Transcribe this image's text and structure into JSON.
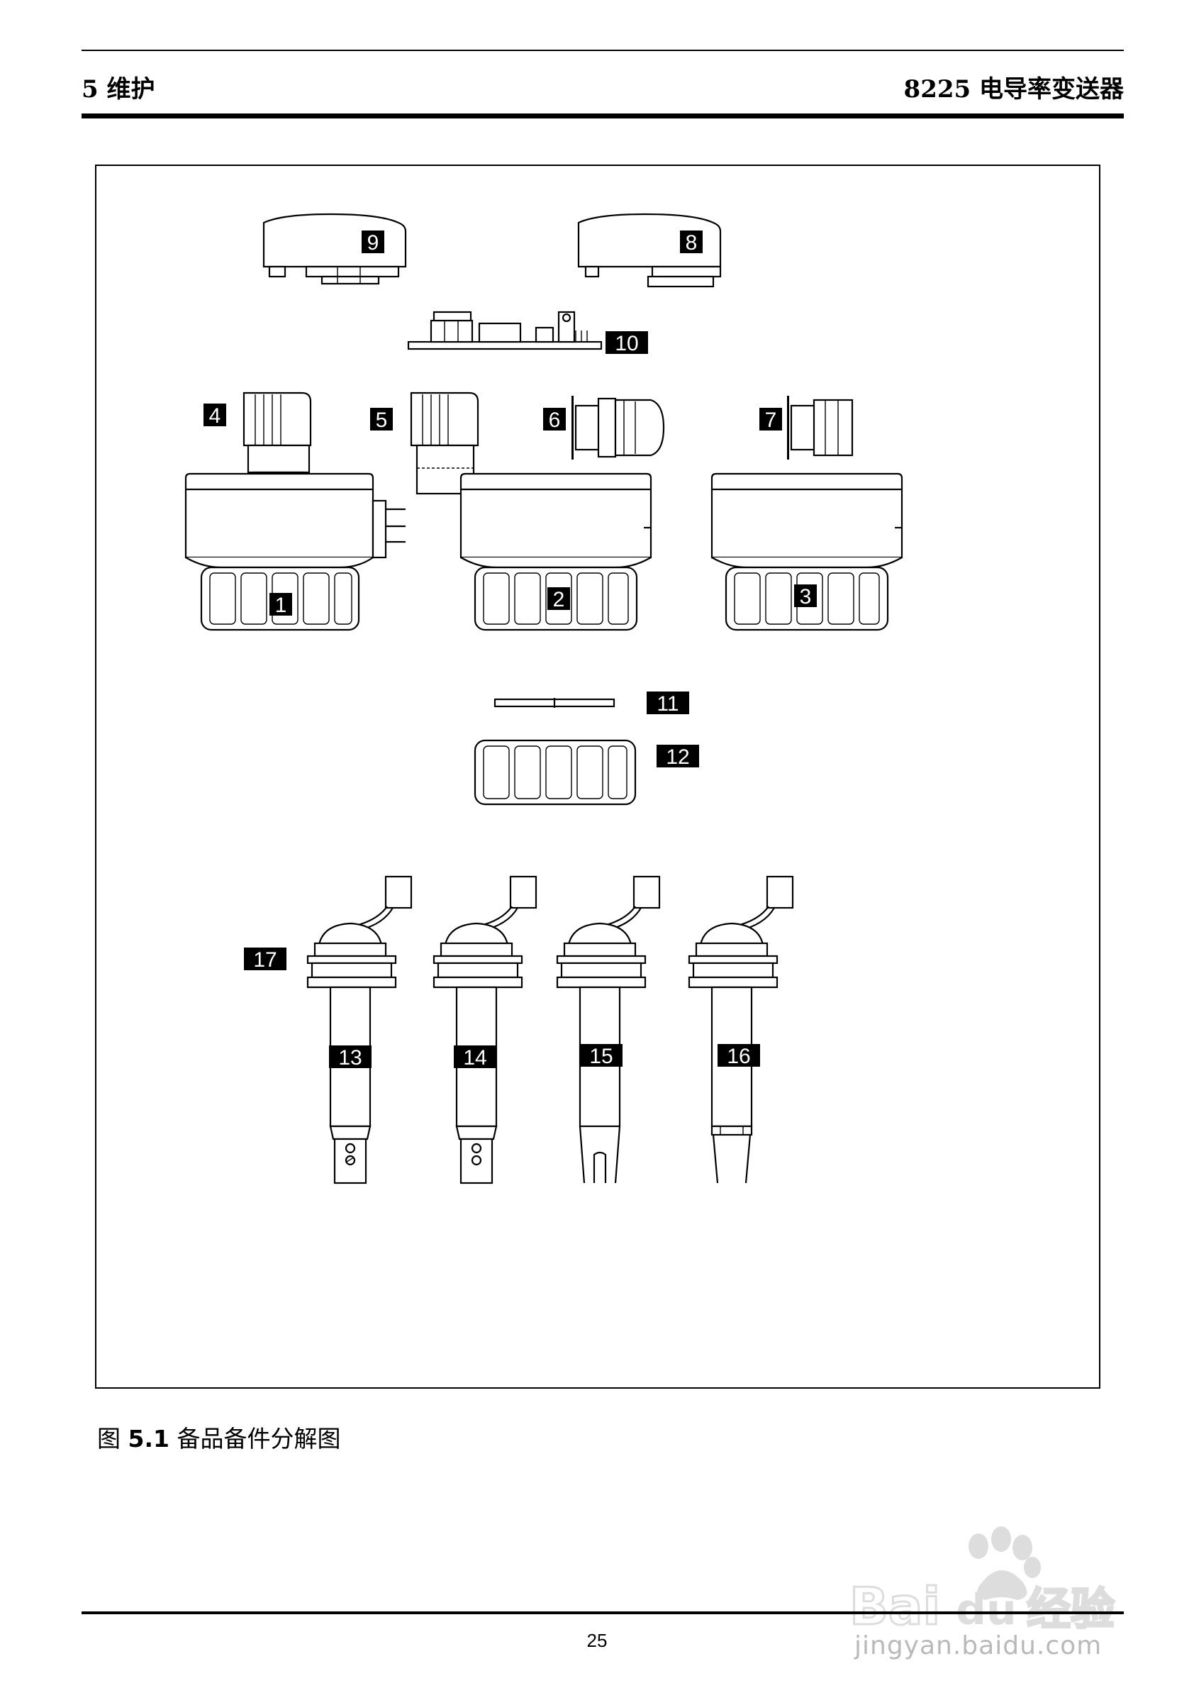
{
  "header": {
    "section": "5 维护",
    "product": "8225 电导率变送器"
  },
  "figure": {
    "callouts": [
      "9",
      "8",
      "10",
      "4",
      "5",
      "6",
      "7",
      "1",
      "2",
      "3",
      "11",
      "12",
      "17",
      "13",
      "14",
      "15",
      "16"
    ]
  },
  "caption": {
    "prefix": "图 ",
    "number": "5.1",
    "text": " 备品备件分解图"
  },
  "footer": {
    "page_number": "25"
  },
  "watermark": {
    "text": "jingyan.baidu.com"
  }
}
